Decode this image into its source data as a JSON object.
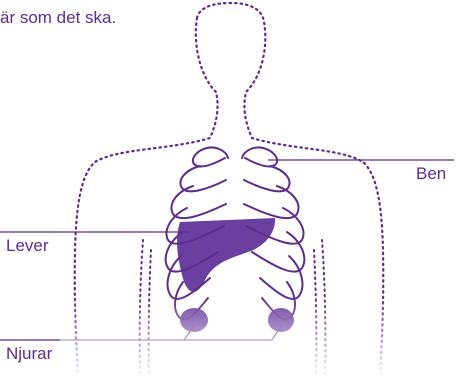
{
  "caption": "är som det ska.",
  "labels": {
    "bone": "Ben",
    "liver": "Lever",
    "kidneys": "Njurar"
  },
  "colors": {
    "outline": "#5e2d8c",
    "organ_fill": "#6b3fa0",
    "fade_to": "#ffffff"
  }
}
